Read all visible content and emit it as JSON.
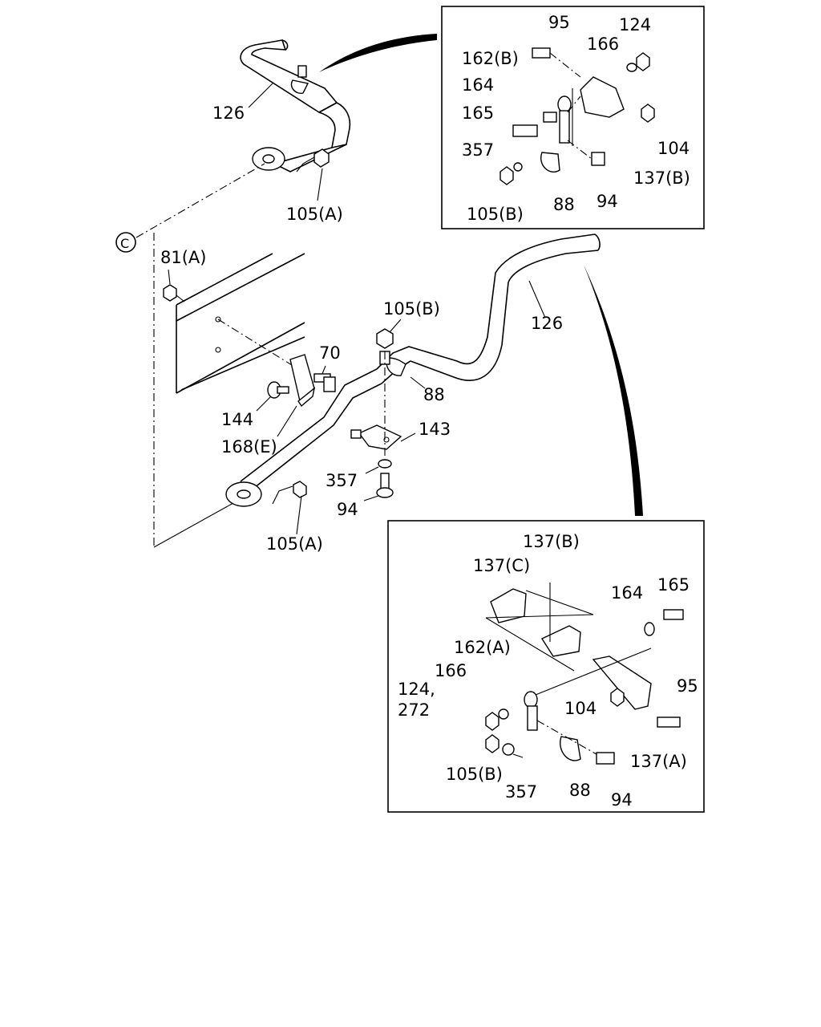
{
  "labels": {
    "l126a": "126",
    "l105Aa": "105(A)",
    "lC": "C",
    "l81A": "81(A)",
    "l105Bc": "105(B)",
    "l126b": "126",
    "l70": "70",
    "l88c": "88",
    "l144": "144",
    "l168E": "168(E)",
    "l143": "143",
    "l357c": "357",
    "l94c": "94",
    "l105Ab": "105(A)",
    "t95": "95",
    "t124": "124",
    "t166": "166",
    "t162B": "162(B)",
    "t164": "164",
    "t165": "165",
    "t104": "104",
    "t357": "357",
    "t137B": "137(B)",
    "t105B": "105(B)",
    "t88": "88",
    "t94": "94",
    "b137B": "137(B)",
    "b137C": "137(C)",
    "b164": "164",
    "b165": "165",
    "b162A": "162(A)",
    "b166": "166",
    "b124": "124,",
    "b272": "272",
    "b95": "95",
    "b104": "104",
    "b137A": "137(A)",
    "b105B": "105(B)",
    "b357": "357",
    "b88": "88",
    "b94": "94"
  }
}
